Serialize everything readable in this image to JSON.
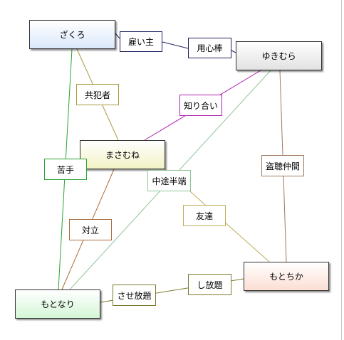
{
  "nodes": {
    "zakuro": {
      "label": "ざくろ",
      "color": "#dbe8fb",
      "border": "#333333"
    },
    "yukimura": {
      "label": "ゆきむら",
      "color": "#e2e2e2",
      "border": "#333333"
    },
    "masamune": {
      "label": "まさむね",
      "color": "#f3f2c6",
      "border": "#333333"
    },
    "motochika": {
      "label": "もとちか",
      "color": "#fcded3",
      "border": "#333333"
    },
    "motonari": {
      "label": "もとなり",
      "color": "#d4f6d6",
      "border": "#333333"
    }
  },
  "edges": {
    "employer": {
      "label": "雇い主",
      "color": "#1f2160"
    },
    "bodyguard": {
      "label": "用心棒",
      "color": "#1f2160"
    },
    "accomplice": {
      "label": "共犯者",
      "color": "#a89a41"
    },
    "acquaint": {
      "label": "知り合い",
      "color": "#b11fb0"
    },
    "nemesis": {
      "label": "苦手",
      "color": "#2aa432"
    },
    "halfway": {
      "label": "中途半端",
      "color": "#8fc59a"
    },
    "thief": {
      "label": "盗聴仲間",
      "color": "#9e7a60"
    },
    "friend": {
      "label": "友達",
      "color": "#bfad5b"
    },
    "oppose": {
      "label": "対立",
      "color": "#a96c3c"
    },
    "shi_hodai": {
      "label": "し放題",
      "color": "#7d7a2a"
    },
    "sase_hodai": {
      "label": "させ放題",
      "color": "#7d7a2a"
    }
  }
}
